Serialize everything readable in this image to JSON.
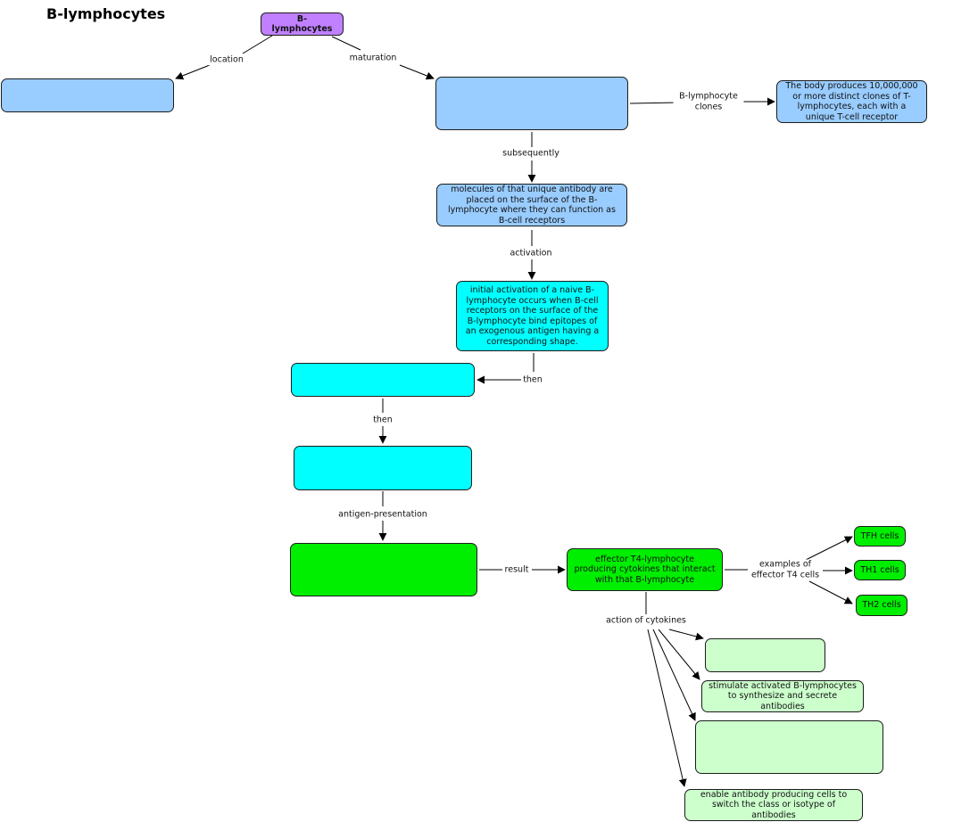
{
  "title": "B-lymphocytes",
  "nodes": {
    "root": "B-lymphocytes",
    "location_target": "",
    "maturation_target": "",
    "clones_description": "The body produces 10,000,000 or more distinct clones of T-lymphocytes, each with a unique T-cell receptor",
    "antibody_molecules": "molecules of that unique antibody are placed on the surface of the B-lymphocyte where they can function as B-cell receptors",
    "initial_activation": "initial activation of a naive B-lymphocyte occurs when B-cell receptors on the surface of the B-lymphocyte bind epitopes of an exogenous antigen having a corresponding shape.",
    "then_step_1": "",
    "then_step_2": "",
    "antigen_presentation_target": "",
    "effector_t4": "effector T4-lymphocyte producing cytokines that interact with that B-lymphocyte",
    "tfh": "TFH cells",
    "th1": "TH1 cells",
    "th2": "TH2 cells",
    "cytokine_effect_1": "",
    "cytokine_effect_2": "stimulate activated B-lymphocytes to synthesize and secrete antibodies",
    "cytokine_effect_3": "",
    "cytokine_effect_4": "enable antibody producing cells to switch the class or isotype of antibodies"
  },
  "links": {
    "location": "location",
    "maturation": "maturation",
    "clones": "B-lymphocyte clones",
    "subsequently": "subsequently",
    "activation": "activation",
    "then_1": "then",
    "then_2": "then",
    "antigen_presentation": "antigen-presentation",
    "result": "result",
    "examples": "examples of effector T4 cells",
    "cytokines": "action of cytokines"
  },
  "colors": {
    "root": "#c080ff",
    "blue": "#99ccff",
    "cyan": "#00ffff",
    "green": "#00ee00",
    "pale_green": "#ccffcc"
  }
}
